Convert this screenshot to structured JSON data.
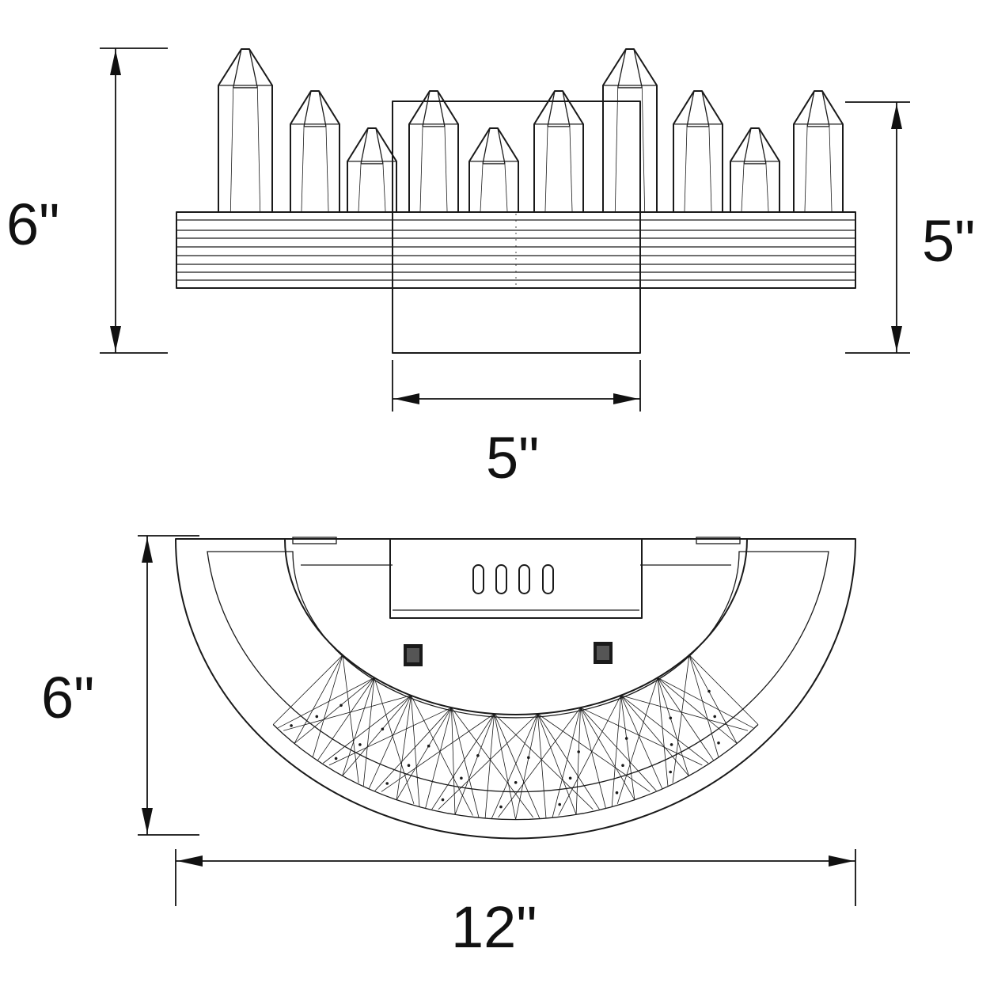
{
  "dimensions": {
    "top_view_height": "6\"",
    "top_view_depth": "5\"",
    "top_view_backplate_width": "5\"",
    "front_view_height": "6\"",
    "front_view_width": "12\""
  },
  "colors": {
    "line": "#1a1a1a",
    "background": "#ffffff"
  }
}
